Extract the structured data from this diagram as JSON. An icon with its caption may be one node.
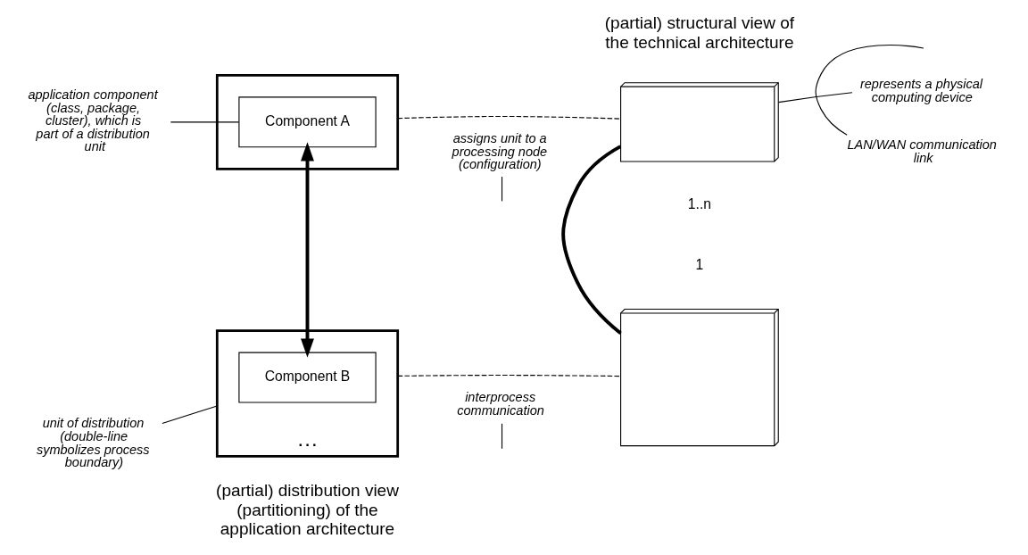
{
  "diagram": {
    "nodes": [
      {
        "text": [],
        "shape": "box"
      },
      {
        "text": [
          "Component A"
        ],
        "in": 0
      },
      {
        "text": [
          "…"
        ]
      },
      {
        "text": [
          "Component B"
        ],
        "in": 2
      },
      {
        "text": [],
        "shape": "box"
      },
      {
        "text": [],
        "shape": "box"
      },
      {
        "text": [
          "application component (class, package, cluster), which is part of a distribution unit"
        ]
      },
      {
        "text": [
          "unit of distribution (double-line symbolizes process boundary)"
        ]
      },
      {
        "text": [
          "assigns unit to a processing node (configuration)"
        ]
      },
      {
        "text": [
          "interprocess communication"
        ]
      },
      {
        "text": [
          "represents a physical computing device"
        ]
      },
      {
        "text": [
          "LAN/WAN communication link"
        ]
      }
    ],
    "edges": [
      {
        "from": 1,
        "to": 3,
        "arrow": "both",
        "style": "thick"
      },
      {
        "from": 0,
        "to": 4,
        "arrow": "none",
        "style": "dashed"
      },
      {
        "from": 2,
        "to": 5,
        "arrow": "none",
        "style": "dashed"
      },
      {
        "from": 4,
        "to": 5,
        "arrow": "none",
        "style": "thick"
      },
      {
        "from": 6,
        "to": 1,
        "arrow": "none"
      },
      {
        "from": 7,
        "to": 2,
        "arrow": "none"
      },
      {
        "from": 8,
        "to": null,
        "arrow": "none"
      },
      {
        "from": 9,
        "to": null,
        "arrow": "none"
      },
      {
        "from": 10,
        "to": 4,
        "arrow": "none"
      },
      {
        "from": 11,
        "to": null,
        "arrow": "none"
      }
    ],
    "labels": [
      "1..n",
      "1",
      "(partial) distribution view (partitioning) of the application architecture",
      "(partial) structural view of the technical architecture"
    ]
  }
}
